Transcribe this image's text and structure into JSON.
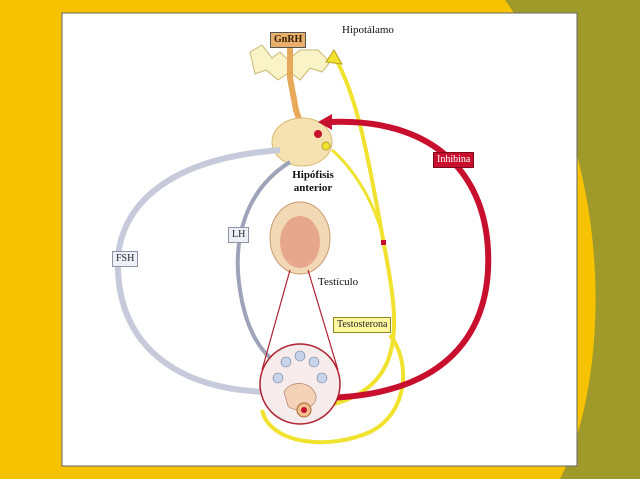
{
  "labels": {
    "gnrh": "GnRH",
    "hipotalamo": "Hipotálamo",
    "hipofisis_1": "Hipófisis",
    "hipofisis_2": "anterior",
    "inhibina": "Inhibina",
    "fsh": "FSH",
    "lh": "LH",
    "testiculo": "Testículo",
    "testosterona": "Testosterona"
  },
  "colors": {
    "background": "#f7c200",
    "panel": "#ffffff",
    "olive_panel": "#a09a2a",
    "fsh_arrow": "#c6cadb",
    "lh_arrow": "#9ea3ba",
    "testosterone_arrow": "#f0e22e",
    "inhibin_arrow": "#c8102e",
    "gnrh_tract": "#e8a95a"
  }
}
